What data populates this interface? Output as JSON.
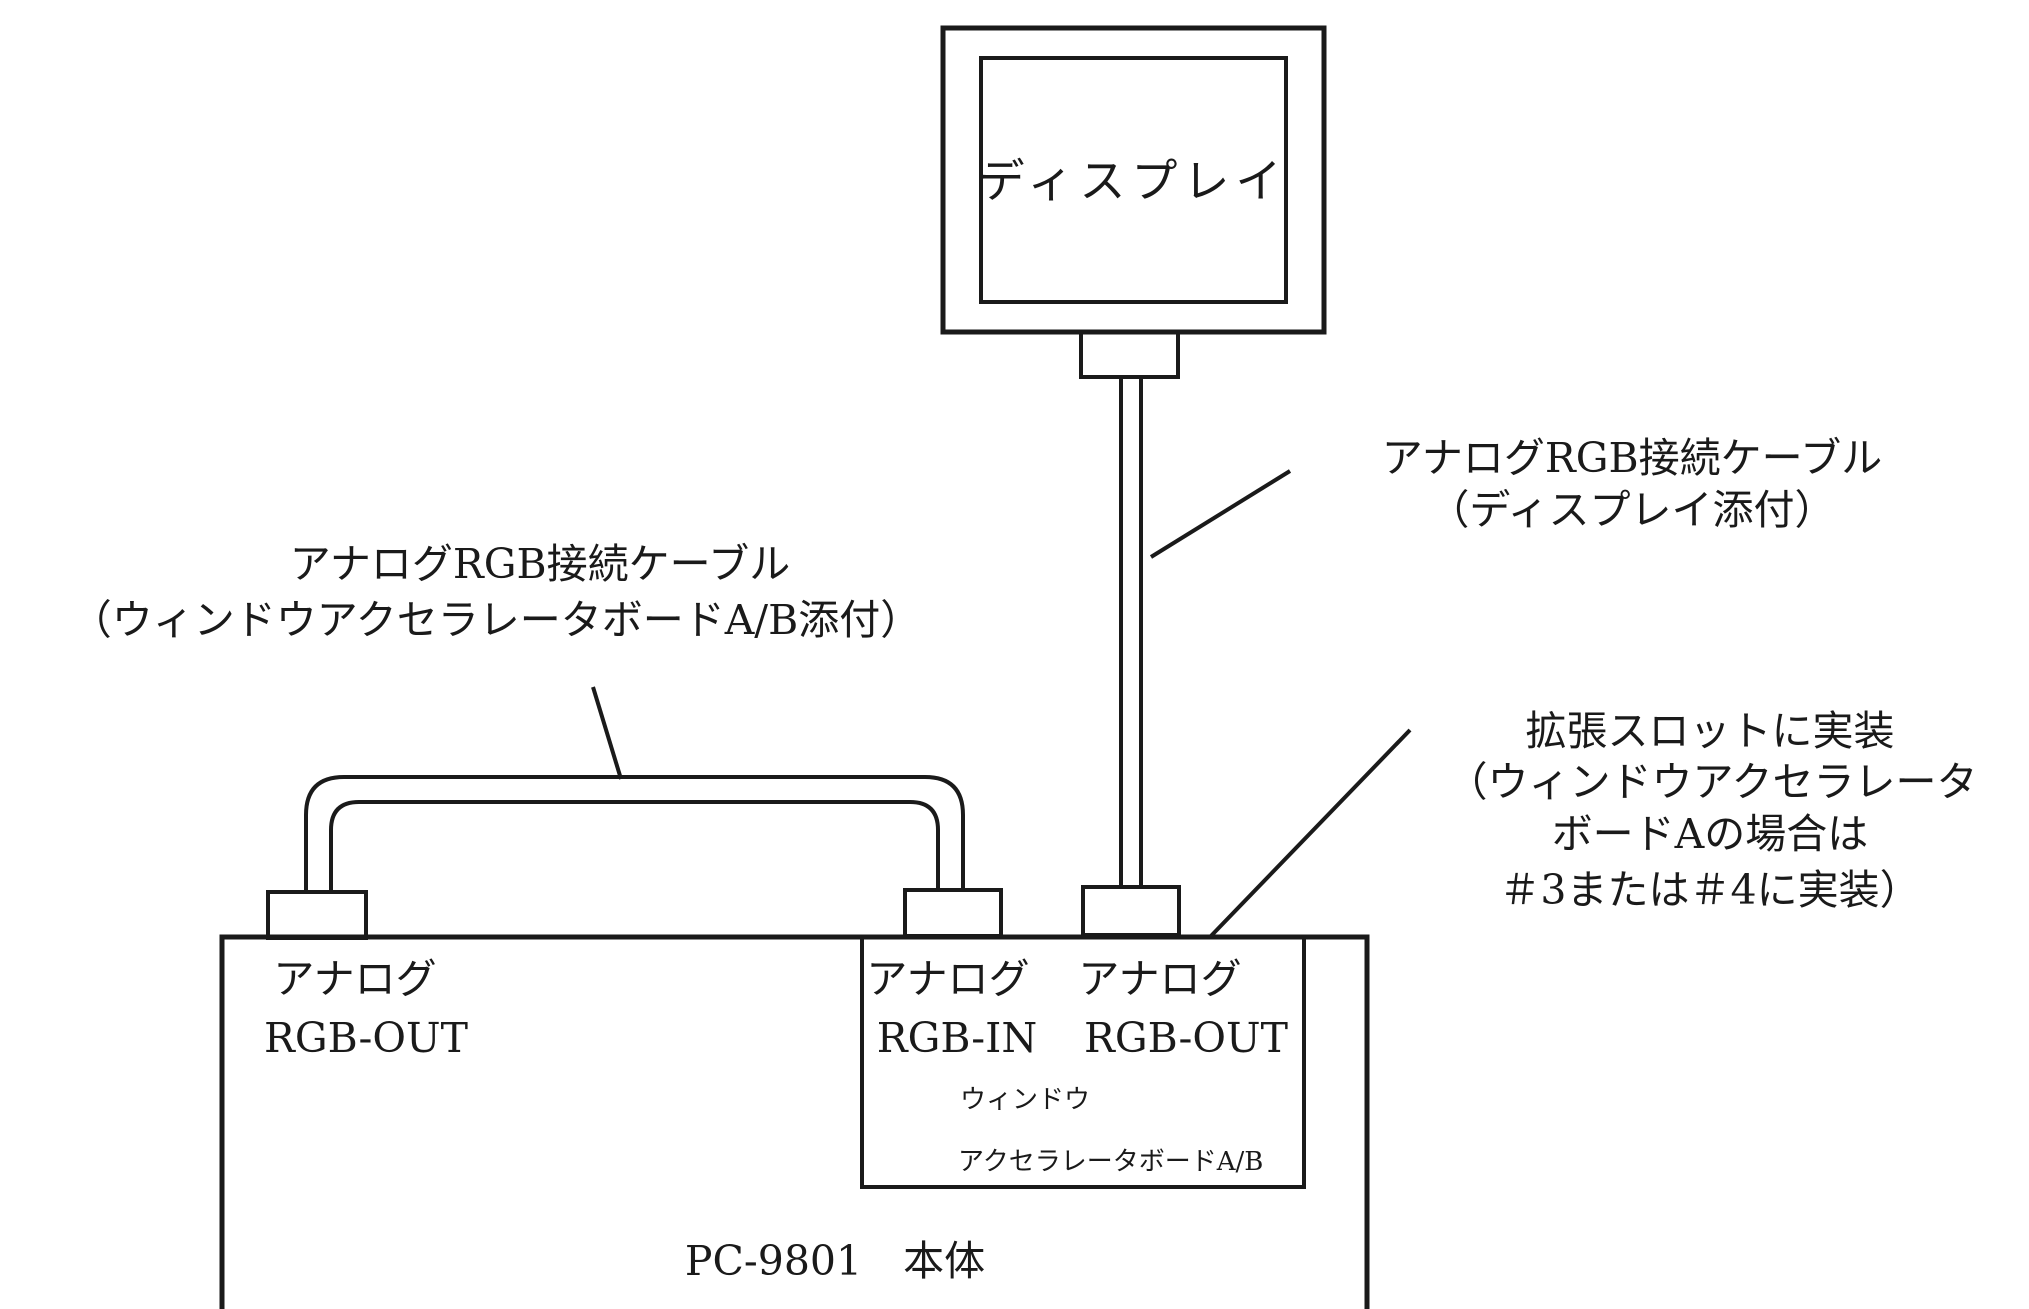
{
  "display": {
    "label": "ディスプレイ"
  },
  "cable_display": {
    "line1": "アナログRGB接続ケーブル",
    "line2": "（ディスプレイ添付）"
  },
  "cable_board": {
    "line1": "アナログRGB接続ケーブル",
    "line2": "（ウィンドウアクセラレータボードA/B添付）"
  },
  "slot_note": {
    "line1": "拡張スロットに実装",
    "line2": "（ウィンドウアクセラレータ",
    "line3": "ボードAの場合は",
    "line4": "＃3または＃4に実装）"
  },
  "pc_port": {
    "line1": "アナログ",
    "line2": "RGB-OUT"
  },
  "board_in_port": {
    "line1": "アナログ",
    "line2": "RGB-IN"
  },
  "board_out_port": {
    "line1": "アナログ",
    "line2": "RGB-OUT"
  },
  "board": {
    "line1": "ウィンドウ",
    "line2": "アクセラレータボードA/B"
  },
  "pc": {
    "label": "PC-9801　本体"
  }
}
